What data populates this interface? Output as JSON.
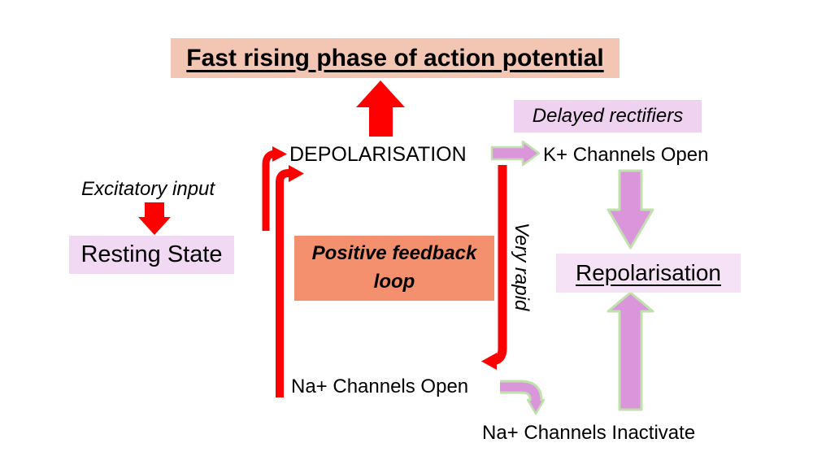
{
  "diagram": {
    "type": "flowchart",
    "topic": "Action potential fast rising phase / positive feedback loop"
  },
  "colors": {
    "red_arrow": "#FF0000",
    "title_box_bg": "#F2C6B2",
    "feedback_box_bg": "#F5906E",
    "resting_box_bg": "#F1D8F3",
    "delayed_box_bg": "#EFD2EF",
    "repolarisation_box_bg": "#F6E2F7",
    "pink_arrow_fill": "#DB95DB",
    "pink_arrow_border": "#BFE2AD",
    "text": "#000000"
  },
  "nodes": {
    "title": "Fast rising phase of action potential",
    "delayed_rectifiers": "Delayed rectifiers",
    "depolarisation": "DEPOLARISATION",
    "k_channels_open": "K+ Channels Open",
    "excitatory_input": "Excitatory input",
    "resting_state": "Resting State",
    "positive_feedback_loop": "Positive feedback loop",
    "very_rapid": "Very rapid",
    "repolarisation": "Repolarisation",
    "na_channels_open": "Na+ Channels Open",
    "na_channels_inactivate": "Na+ Channels Inactivate"
  },
  "arrows": [
    {
      "name": "depolarisation-to-fast-rising-phase",
      "color": "#FF0000",
      "style": "block-up"
    },
    {
      "name": "excitatory-input-to-resting-state",
      "color": "#FF0000",
      "style": "block-down"
    },
    {
      "name": "feedback-loop-outer-to-depolarisation",
      "color": "#FF0000",
      "style": "elbow-right"
    },
    {
      "name": "na-channels-open-to-depolarisation",
      "color": "#FF0000",
      "style": "elbow-right"
    },
    {
      "name": "depolarisation-to-na-channels-open",
      "color": "#FF0000",
      "style": "elbow-left",
      "label": "Very rapid"
    },
    {
      "name": "depolarisation-to-k-channels-open",
      "color": "#DB95DB",
      "style": "block-right"
    },
    {
      "name": "k-channels-open-to-repolarisation",
      "color": "#DB95DB",
      "style": "block-down"
    },
    {
      "name": "na-channels-inactivate-to-repolarisation",
      "color": "#DB95DB",
      "style": "block-up"
    },
    {
      "name": "na-channels-open-to-na-channels-inactivate",
      "color": "#DB95DB",
      "style": "elbow-down"
    }
  ]
}
